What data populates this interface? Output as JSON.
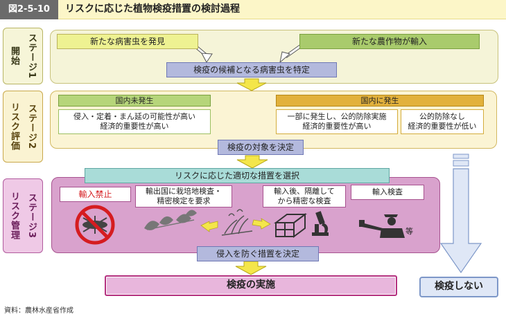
{
  "figure": {
    "number": "図2-5-10",
    "title": "リスクに応じた植物検疫措置の検討過程"
  },
  "stages": [
    {
      "name": "ステージ1",
      "label": "開始"
    },
    {
      "name": "ステージ2",
      "label": "リスク評価"
    },
    {
      "name": "ステージ3",
      "label": "リスク管理"
    }
  ],
  "stage1": {
    "find_pest": "新たな病害虫を発見",
    "import_crop": "新たな農作物が輸入",
    "identify_pest": "検疫の候補となる病害虫を特定"
  },
  "stage2": {
    "domestic_absent": "国内未発生",
    "absent_line1": "侵入・定着・まん延の可能性が高い",
    "absent_line2": "経済的重要性が高い",
    "domestic_present": "国内に発生",
    "present_a_line1": "一部に発生し、公的防除実施",
    "present_a_line2": "経済的重要性が高い",
    "present_b_line1": "公的防除なし",
    "present_b_line2": "経済的重要性が低い",
    "decide_target": "検疫の対象を決定"
  },
  "stage3": {
    "select_measure": "リスクに応じた適切な措置を選択",
    "ban_import": "輸入禁止",
    "export_line1": "輸出国に栽培地検査・",
    "export_line2": "精密検定を要求",
    "quarantine_line1": "輸入後、隔離して",
    "quarantine_line2": "から精密な検査",
    "import_inspection": "輸入検査",
    "etc": "等",
    "decide_prevent": "侵入を防ぐ措置を決定"
  },
  "outcomes": {
    "implement": "検疫の実施",
    "no_quarantine": "検疫しない"
  },
  "source": "資料：農林水産省作成",
  "colors": {
    "arrow_yellow": "#f4e64a",
    "arrow_blue": "#8ea7d6",
    "ban_red": "#d51c20",
    "stage3_panel": "#d9a2cd"
  },
  "icons": [
    "pest-icon",
    "no-entry-icon",
    "leaf-icon",
    "field-icon",
    "greenhouse-icon",
    "microscope-icon",
    "inspector-icon"
  ]
}
